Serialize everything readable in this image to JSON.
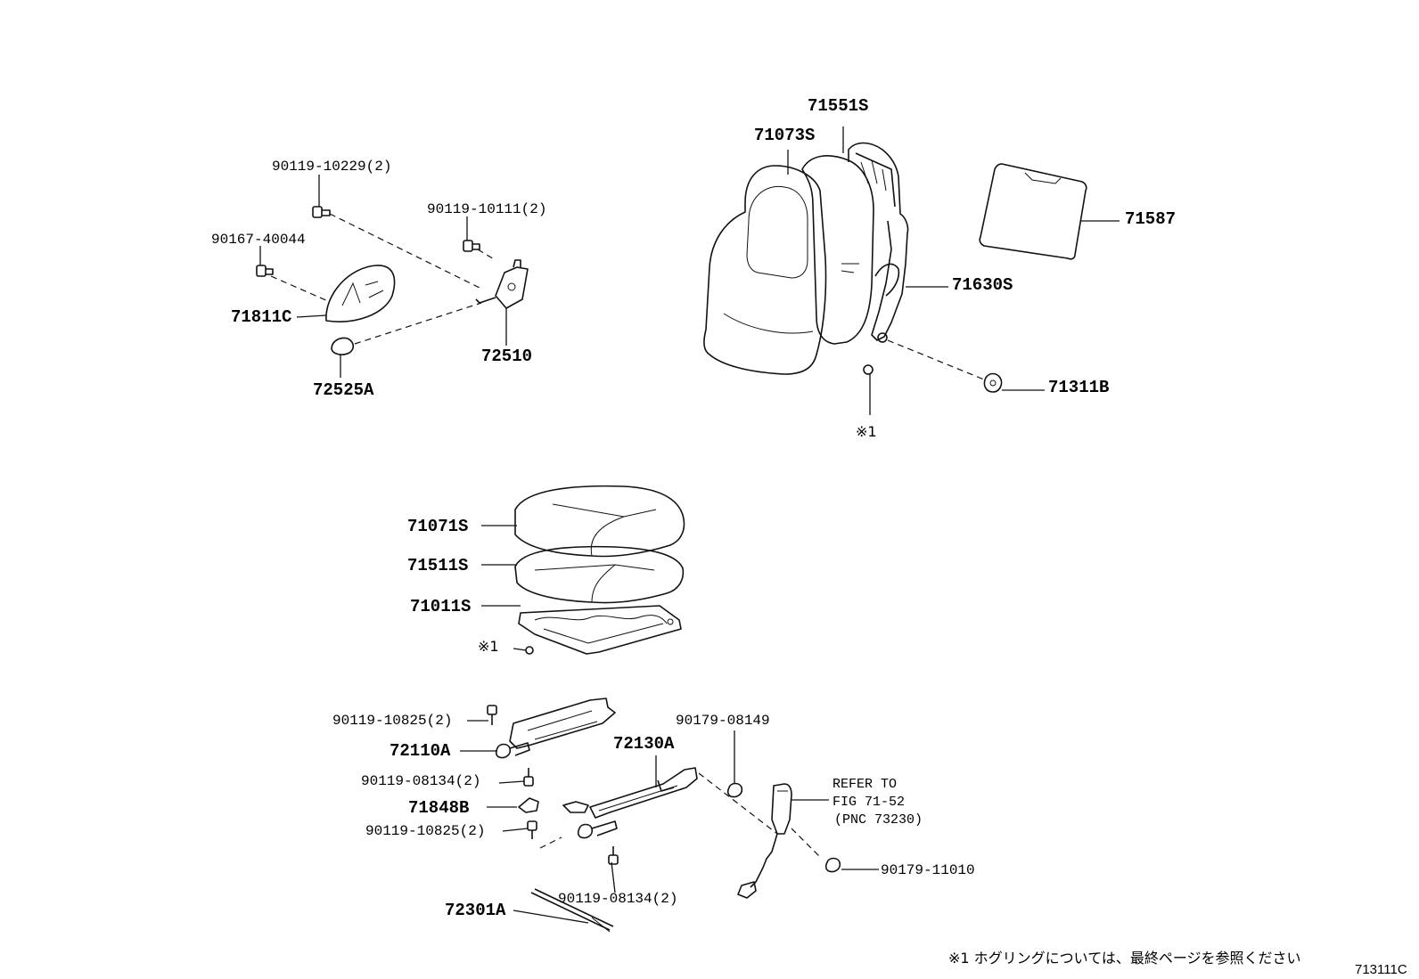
{
  "diagram": {
    "labels": {
      "p90119_10229": "90119-10229(2)",
      "p90119_10111": "90119-10111(2)",
      "p90167_40044": "90167-40044",
      "p71811C": "71811C",
      "p72510": "72510",
      "p72525A": "72525A",
      "p71551S": "71551S",
      "p71073S": "71073S",
      "p71587": "71587",
      "p71630S": "71630S",
      "p71311B": "71311B",
      "mark1_top": "※1",
      "p71071S": "71071S",
      "p71511S": "71511S",
      "p71011S": "71011S",
      "mark1_mid": "※1",
      "p90119_10825_a": "90119-10825(2)",
      "p72110A": "72110A",
      "p90179_08149": "90179-08149",
      "p72130A": "72130A",
      "p90119_08134_a": "90119-08134(2)",
      "p71848B": "71848B",
      "p90119_10825_b": "90119-10825(2)",
      "refer_line1": "REFER TO",
      "refer_line2": "FIG 71-52",
      "refer_line3": "(PNC 73230)",
      "p90179_11010": "90179-11010",
      "p90119_08134_b": "90119-08134(2)",
      "p72301A": "72301A"
    },
    "footnote": "※1  ホグリングについては、最終ページを参照ください",
    "figure_id": "713111C"
  }
}
